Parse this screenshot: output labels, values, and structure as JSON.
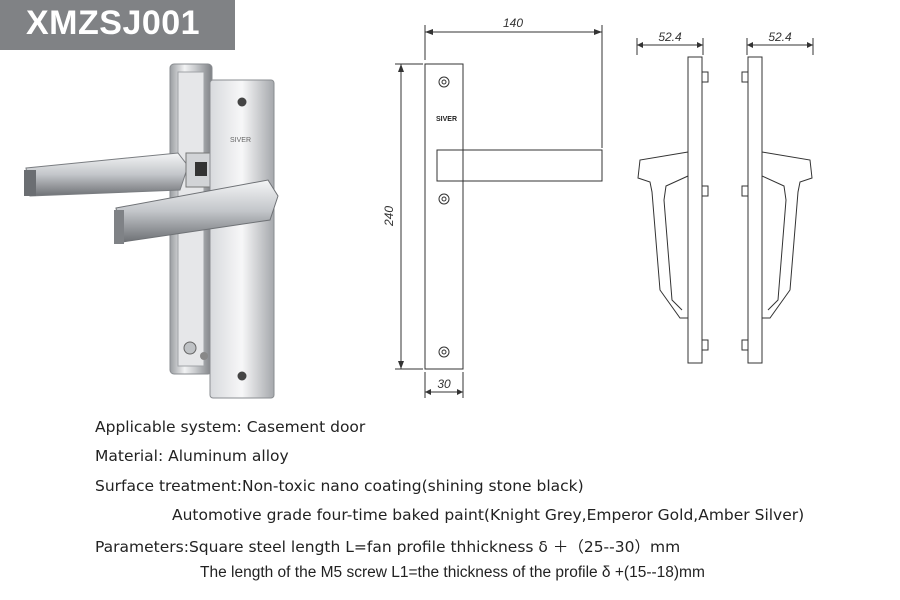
{
  "title": "XMZSJ001",
  "brand_mark": "SIVER",
  "dimensions": {
    "front_width": "140",
    "front_height": "240",
    "plate_width": "30",
    "side_depth_1": "52.4",
    "side_depth_2": "52.4"
  },
  "specs": [
    {
      "label": "Applicable system: ",
      "value": "Casement door"
    },
    {
      "label": "Material: ",
      "value": "Aluminum alloy"
    },
    {
      "label": "Surface treatment:",
      "value": "Non-toxic nano coating(shining stone black)"
    },
    {
      "label": "",
      "value": "Automotive grade four-time baked paint(Knight Grey,Emperor Gold,Amber Silver)"
    },
    {
      "label": "Parameters:",
      "value": "Square steel length L=fan profile thhickness δ ＋（25--30）mm"
    },
    {
      "label": "",
      "value": "The length of the M5 screw L1=the thickness of the profile δ +(15--18)mm"
    }
  ]
}
